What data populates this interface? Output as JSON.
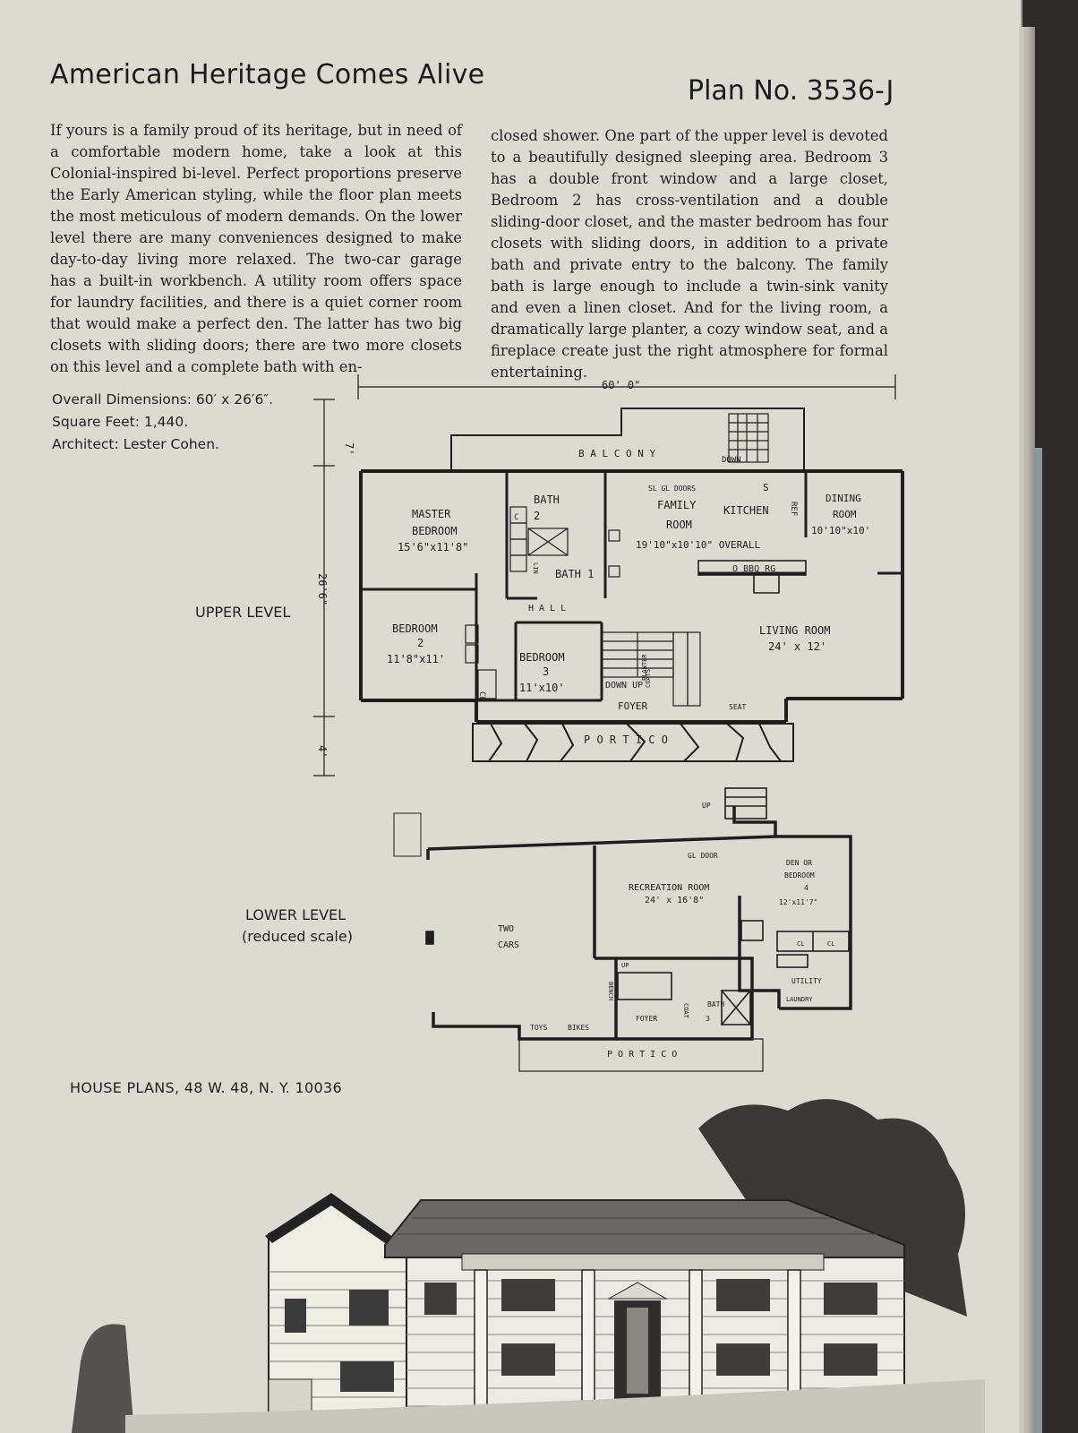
{
  "header": {
    "title": "American Heritage Comes Alive",
    "plan_number": "Plan No. 3536-J"
  },
  "article": {
    "column1": "If yours is a family proud of its heritage, but in need of a comfortable modern home, take a look at this Colonial-inspired bi-level. Perfect proportions preserve the Early American styling, while the floor plan meets the most meticulous of modern demands. On the lower level there are many conveniences designed to make day-to-day living more relaxed. The two-car garage has a built-in workbench. A utility room offers space for laundry facilities, and there is a quiet corner room that would make a perfect den. The latter has two big closets with sliding doors; there are two more closets on this level and a complete bath with en-",
    "column2": "closed shower. One part of the upper level is devoted to a beautifully designed sleeping area. Bedroom 3 has a double front window and a large closet, Bedroom 2 has cross-ventilation and a double sliding-door closet, and the master bedroom has four closets with sliding doors, in addition to a private bath and private entry to the balcony. The family bath is large enough to include a twin-sink vanity and even a linen closet. And for the living room, a dramatically large planter, a cozy window seat, and a fireplace create just the right atmosphere for formal entertaining."
  },
  "specs": {
    "dimensions": "Overall Dimensions: 60′ x 26′6″.",
    "square_feet": "Square Feet: 1,440.",
    "architect": "Architect: Lester Cohen."
  },
  "upper_plan": {
    "level_label": "UPPER LEVEL",
    "overall_width": "60' 0\"",
    "dim_top": "7'",
    "dim_middle": "26'6\"",
    "dim_bottom": "4'",
    "balcony": "B A L C O N Y",
    "down_stair": "DOWN",
    "sl_gl_doors": "SL GL DOORS",
    "master_name": "MASTER",
    "master_name2": "BEDROOM",
    "master_size": "15'6\"x11'8\"",
    "bath2": "BATH",
    "bath2_num": "2",
    "lin": "LIN",
    "bath1": "BATH 1",
    "hall": "H A L L",
    "closet_c": "C",
    "closet_cl": "CL",
    "bed2_name": "BEDROOM",
    "bed2_num": "2",
    "bed2_size": "11'8\"x11'",
    "bed3_name": "BEDROOM",
    "bed3_num": "3",
    "bed3_size": "11'x10'",
    "family_name": "FAMILY",
    "family_name2": "ROOM",
    "family_size": "19'10\"x10'10\" OVERALL",
    "kitchen": "KITCHEN",
    "sink": "S",
    "ref": "REF",
    "appliances": "O BBQ RG",
    "dining_name": "DINING",
    "dining_name2": "ROOM",
    "dining_size": "10'10\"x10'",
    "living_name": "LIVING ROOM",
    "living_size": "24' x 12'",
    "down_up": "DOWN UP",
    "foyer": "FOYER",
    "coats": "COATS",
    "planter": "PLANTER",
    "seat": "SEAT",
    "portico": "P O R T I C O"
  },
  "lower_plan": {
    "level_label": "LOWER LEVEL",
    "level_note": "(reduced scale)",
    "up_stair": "UP",
    "gl_door": "GL DOOR",
    "rec_name": "RECREATION ROOM",
    "rec_size": "24' x 16'8\"",
    "den_name": "DEN OR",
    "den_name2": "BEDROOM",
    "den_num": "4",
    "den_size": "12'x11'7\"",
    "cl": "CL",
    "cl2": "CL",
    "utility": "UTILITY",
    "laundry": "LAUNDRY",
    "garage": "TWO",
    "garage2": "CARS",
    "up2": "UP",
    "toys": "TOYS",
    "bikes": "BIKES",
    "bench": "BENCH",
    "foyer": "FOYER",
    "coat": "COAT",
    "bath": "BATH",
    "bath_num": "3",
    "portico": "P O R T I C O"
  },
  "footer": {
    "address": "HOUSE PLANS, 48 W. 48, N. Y. 10036"
  }
}
